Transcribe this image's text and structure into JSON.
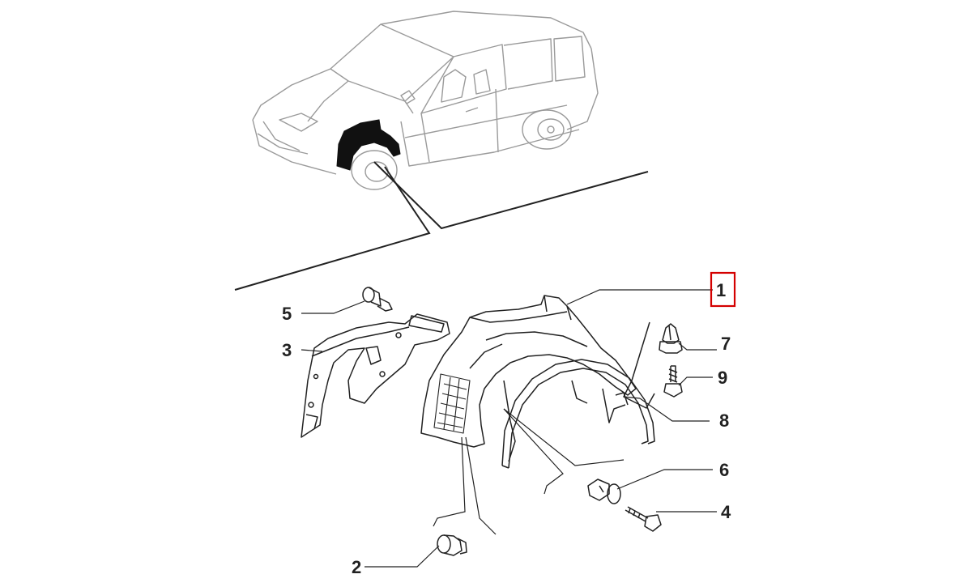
{
  "diagram": {
    "callouts": [
      {
        "id": "1",
        "label": "1",
        "highlighted": true
      },
      {
        "id": "2",
        "label": "2",
        "highlighted": false
      },
      {
        "id": "3",
        "label": "3",
        "highlighted": false
      },
      {
        "id": "4",
        "label": "4",
        "highlighted": false
      },
      {
        "id": "5",
        "label": "5",
        "highlighted": false
      },
      {
        "id": "6",
        "label": "6",
        "highlighted": false
      },
      {
        "id": "7",
        "label": "7",
        "highlighted": false
      },
      {
        "id": "8",
        "label": "8",
        "highlighted": false
      },
      {
        "id": "9",
        "label": "9",
        "highlighted": false
      }
    ],
    "colors": {
      "line": "#222222",
      "car_outline": "#9a9a9a",
      "highlight_box": "#d40000",
      "filled_part": "#111111"
    }
  }
}
